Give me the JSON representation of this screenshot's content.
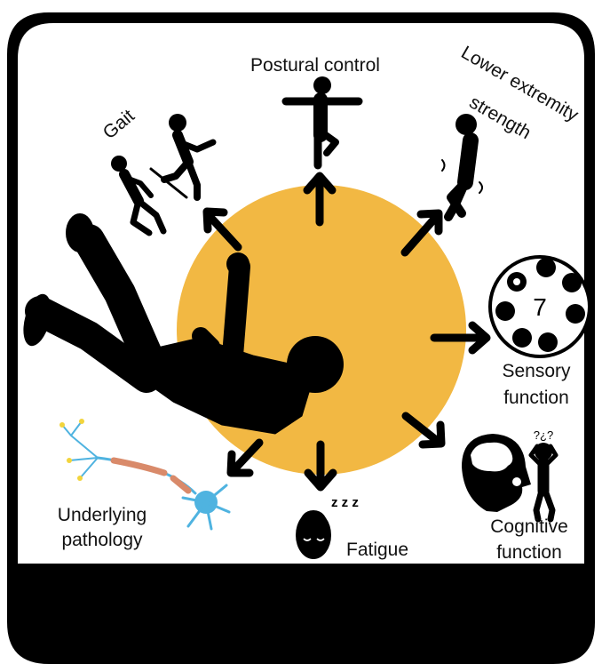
{
  "labels": {
    "postural": "Postural control",
    "gait": "Gait",
    "lower_1": "Lower extremity",
    "lower_2": "strength",
    "sensory_1": "Sensory",
    "sensory_2": "function",
    "cognitive_1": "Cognitive",
    "cognitive_2": "function",
    "fatigue": "Fatigue",
    "pathology_1": "Underlying",
    "pathology_2": "pathology",
    "senses_count": "7",
    "zzz": "z z z",
    "confused_marks": "?¿?"
  },
  "colors": {
    "background": "#ffffff",
    "frame": "#000000",
    "center_circle": "#f2b843",
    "icon": "#000000",
    "neuron": "#4fb3e0",
    "myelin": "#d98a6a",
    "dendrite_tip": "#f2d43c"
  },
  "icons": [
    "falling-person-icon",
    "standing-balance-icon",
    "walking-figures-icon",
    "knee-pain-icon",
    "senses-icon",
    "brain-head-icon",
    "confused-person-icon",
    "sleeping-face-icon",
    "neuron-icon"
  ]
}
